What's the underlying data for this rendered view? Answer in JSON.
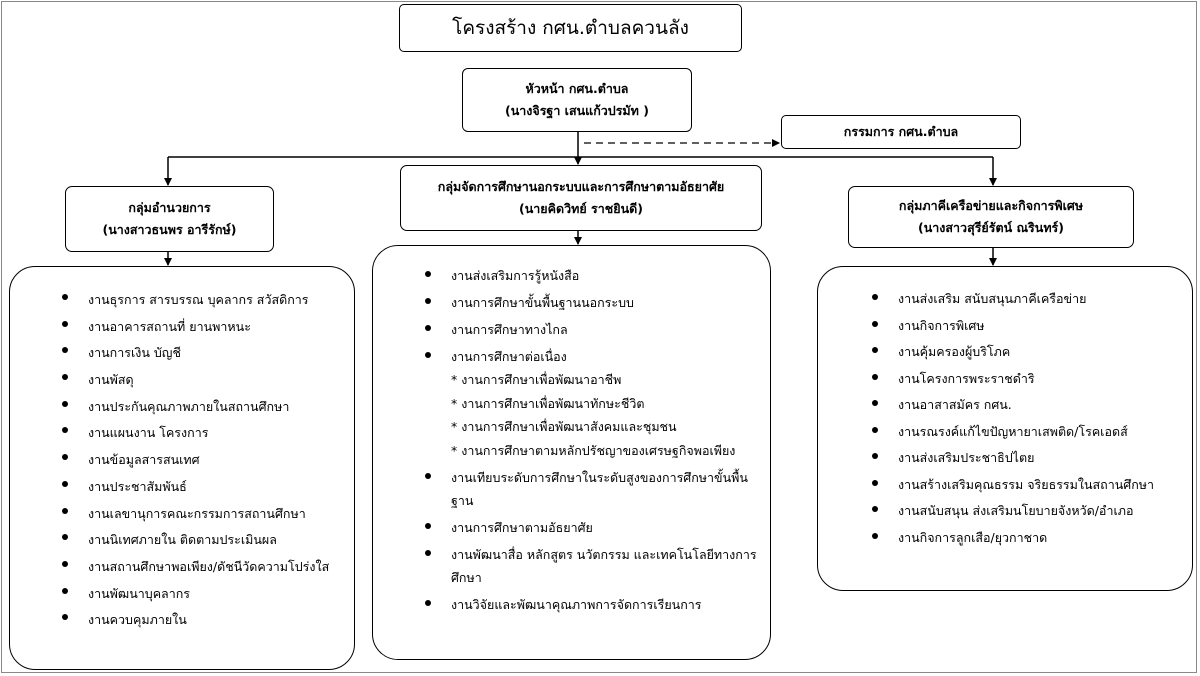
{
  "title": "โครงสร้าง กศน.ตำบลควนลัง",
  "head": {
    "position": "หัวหน้า กศน.ตำบล",
    "name": "(นางจิรฐา เสนแก้วปรมัท  )"
  },
  "committee": "กรรมการ กศน.ตำบล",
  "groups": [
    {
      "title": "กลุ่มอำนวยการ",
      "leader": "(นางสาวธนพร อารีรักษ์)",
      "tasks": [
        "งานธุรการ สารบรรณ บุคลากร สวัสดิการ",
        "งานอาคารสถานที่ ยานพาหนะ",
        "งานการเงิน บัญชี",
        "งานพัสดุ",
        "งานประกันคุณภาพภายในสถานศึกษา",
        "งานแผนงาน โครงการ",
        "งานข้อมูลสารสนเทศ",
        "งานประชาสัมพันธ์",
        "งานเลขานุการคณะกรรมการสถานศึกษา",
        "งานนิเทศภายใน ติดตามประเมินผล",
        "งานสถานศึกษาพอเพียง/ดัชนีวัดความโปร่งใส",
        "งานพัฒนาบุคลากร",
        "งานควบคุมภายใน"
      ]
    },
    {
      "title": "กลุ่มจัดการศึกษานอกระบบและการศึกษาตามอัธยาศัย",
      "leader": "(นายคิดวิทย์  ราชยินดี)",
      "tasks": [
        "งานส่งเสริมการรู้หนังสือ",
        "งานการศึกษาขั้นพื้นฐานนอกระบบ",
        "งานการศึกษาทางไกล",
        "งานการศึกษาต่อเนื่อง",
        "งานเทียบระดับการศึกษาในระดับสูงของการศึกษาขั้นพื้นฐาน",
        "งานการศึกษาตามอัธยาศัย",
        "งานพัฒนาสื่อ หลักสูตร นวัตกรรม และเทคโนโลยีทางการศึกษา",
        "งานวิจัยและพัฒนาคุณภาพการจัดการเรียนการ"
      ],
      "continuing_subitems": [
        "* งานการศึกษาเพื่อพัฒนาอาชีพ",
        "* งานการศึกษาเพื่อพัฒนาทักษะชีวิต",
        "* งานการศึกษาเพื่อพัฒนาสังคมและชุมชน",
        "* งานการศึกษาตามหลักปรัชญาของเศรษฐกิจพอเพียง"
      ]
    },
    {
      "title": "กลุ่มภาคีเครือข่ายและกิจการพิเศษ",
      "leader": "(นางสาวสุรีย์รัตน์ ณรินทร์)",
      "tasks": [
        "งานส่งเสริม สนับสนุนภาคีเครือข่าย",
        "งานกิจการพิเศษ",
        "งานคุ้มครองผู้บริโภค",
        "งานโครงการพระราชดำริ",
        "งานอาสาสมัคร กศน.",
        "งานรณรงค์แก้ไขปัญหายาเสพติด/โรคเอดส์",
        "งานส่งเสริมประชาธิปไตย",
        "งานสร้างเสริมคุณธรรม จริยธรรมในสถานศึกษา",
        "งานสนับสนุน ส่งเสริมนโยบายจังหวัด/อำเภอ",
        "งานกิจการลูกเสือ/ยุวกาชาด"
      ]
    }
  ]
}
